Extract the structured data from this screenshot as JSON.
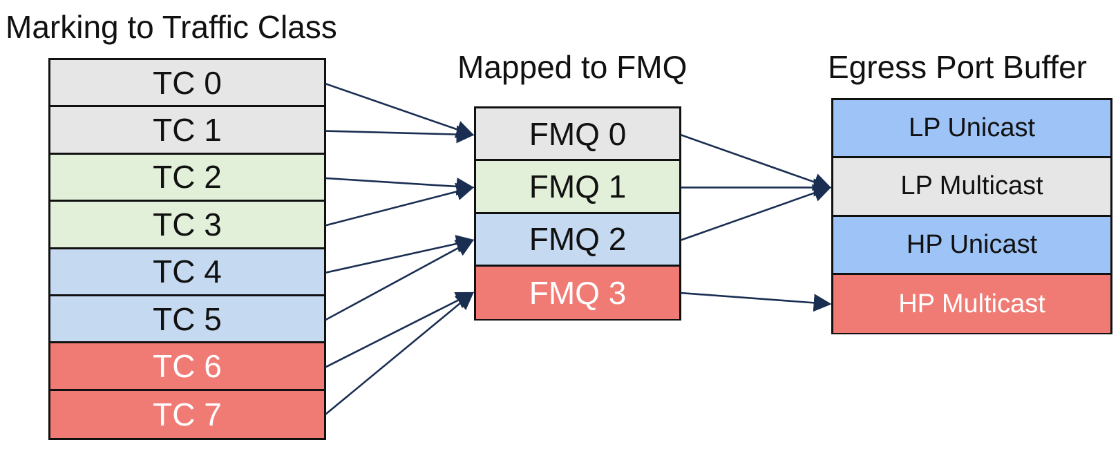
{
  "headings": {
    "traffic_class": "Marking to Traffic Class",
    "fmq": "Mapped to FMQ",
    "egress": "Egress Port Buffer"
  },
  "colors": {
    "gray": "#e6e6e6",
    "green": "#e2f0d9",
    "light_blue": "#c5d9f0",
    "red": "#f07b74",
    "blue": "#9dc3f7",
    "outline": "#111111",
    "arrow": "#1a2e52"
  },
  "traffic_classes": [
    {
      "label": "TC 0",
      "color": "gray",
      "maps_to": 0
    },
    {
      "label": "TC 1",
      "color": "gray",
      "maps_to": 0
    },
    {
      "label": "TC 2",
      "color": "green",
      "maps_to": 1
    },
    {
      "label": "TC 3",
      "color": "green",
      "maps_to": 1
    },
    {
      "label": "TC 4",
      "color": "light_blue",
      "maps_to": 2
    },
    {
      "label": "TC 5",
      "color": "light_blue",
      "maps_to": 2
    },
    {
      "label": "TC 6",
      "color": "red",
      "maps_to": 3,
      "light_text": true
    },
    {
      "label": "TC 7",
      "color": "red",
      "maps_to": 3,
      "light_text": true
    }
  ],
  "fmqs": [
    {
      "label": "FMQ 0",
      "color": "gray",
      "maps_to": 1
    },
    {
      "label": "FMQ 1",
      "color": "green",
      "maps_to": 1
    },
    {
      "label": "FMQ 2",
      "color": "light_blue",
      "maps_to": 1
    },
    {
      "label": "FMQ 3",
      "color": "red",
      "maps_to": 3,
      "light_text": true
    }
  ],
  "egress_buffers": [
    {
      "label": "LP Unicast",
      "color": "blue"
    },
    {
      "label": "LP Multicast",
      "color": "gray"
    },
    {
      "label": "HP Unicast",
      "color": "blue"
    },
    {
      "label": "HP Multicast",
      "color": "red",
      "light_text": true
    }
  ]
}
